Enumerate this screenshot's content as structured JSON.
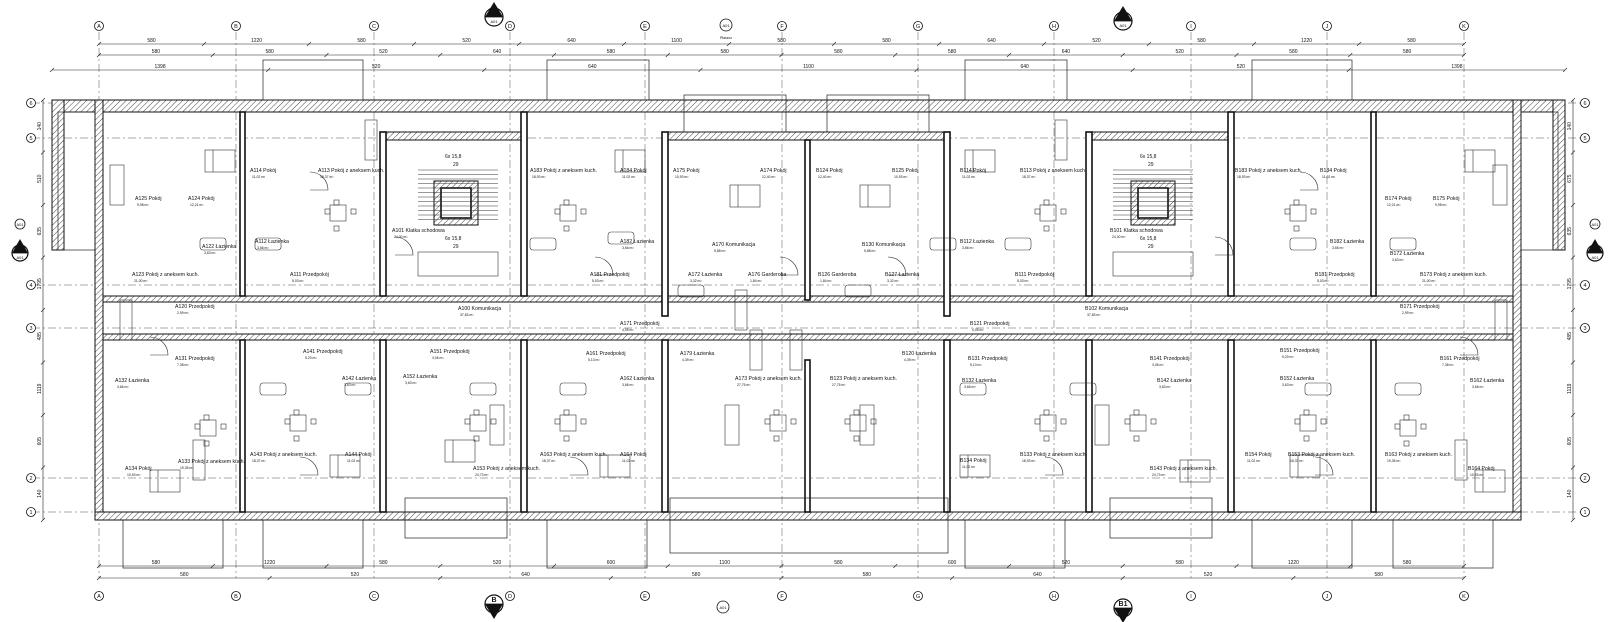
{
  "axes": {
    "columns": [
      "A",
      "B",
      "C",
      "D",
      "E",
      "F",
      "G",
      "H",
      "I",
      "J",
      "K"
    ],
    "rows": [
      "1",
      "2",
      "3",
      "4",
      "5",
      "6"
    ]
  },
  "sections": {
    "marks": [
      {
        "label": "B",
        "sheet": "A01"
      },
      {
        "label": "B1",
        "sheet": "A01"
      },
      {
        "label": "A",
        "sheet": "A01"
      }
    ],
    "detail_refs": [
      "A01",
      "A01"
    ],
    "north_label": "Płaszcz"
  },
  "dimensions": {
    "top_row1": [
      "580",
      "1220",
      "580",
      "520",
      "640",
      "1100",
      "580",
      "580",
      "640",
      "520",
      "580",
      "1220",
      "580"
    ],
    "top_row2": [
      "580",
      "580",
      "520",
      "640",
      "580",
      "580",
      "580",
      "580",
      "640",
      "520",
      "580",
      "580"
    ],
    "top_row3": [
      "1398",
      "520",
      "640",
      "1100",
      "640",
      "520",
      "1398"
    ],
    "bottom_row1": [
      "580",
      "1220",
      "580",
      "520",
      "600",
      "1100",
      "580",
      "600",
      "520",
      "580",
      "1220",
      "580"
    ],
    "bottom_row2": [
      "580",
      "520",
      "640",
      "580",
      "580",
      "640",
      "520",
      "580"
    ],
    "left": [
      "140",
      "510",
      "635",
      "1795",
      "485",
      "1119",
      "605",
      "140"
    ],
    "right": [
      "140",
      "675",
      "635",
      "1795",
      "485",
      "1119",
      "605",
      "140"
    ]
  },
  "stairs": {
    "upper": "6x 15,8",
    "upper_steps": "29",
    "lower": "6x 15,8",
    "lower_steps": "29"
  },
  "rooms": [
    {
      "id": "A125",
      "label": "A125 Pokój",
      "area": "9,98 m²"
    },
    {
      "id": "A124",
      "label": "A124 Pokój",
      "area": "12,21 m²"
    },
    {
      "id": "A114",
      "label": "A114 Pokój",
      "area": "11,02 m²"
    },
    {
      "id": "A113",
      "label": "A113 Pokój z aneksem kuch.",
      "area": "18,37 m²"
    },
    {
      "id": "A122",
      "label": "A122 Łazienka",
      "area": "3,63 m²"
    },
    {
      "id": "A112",
      "label": "A112 Łazienka",
      "area": "3,66 m²"
    },
    {
      "id": "A123",
      "label": "A123 Pokój z aneksem kuch.",
      "area": "21,00 m²"
    },
    {
      "id": "A111",
      "label": "A111 Przedpokój",
      "area": "5,03 m²"
    },
    {
      "id": "A120",
      "label": "A120 Przedpokój",
      "area": "2,99 m²"
    },
    {
      "id": "A101",
      "label": "A101 Klatka schodowa",
      "area": "24,30 m²"
    },
    {
      "id": "A100",
      "label": "A100 Komunikacja",
      "area": "37,83 m²"
    },
    {
      "id": "A183",
      "label": "A183 Pokój z aneksem kuch.",
      "area": "18,93 m²"
    },
    {
      "id": "A184",
      "label": "A184 Pokój",
      "area": "11,02 m²"
    },
    {
      "id": "A182",
      "label": "A182 Łazienka",
      "area": "3,66 m²"
    },
    {
      "id": "A181",
      "label": "A181 Przedpokój",
      "area": "5,03 m²"
    },
    {
      "id": "A175",
      "label": "A175 Pokój",
      "area": "10,93 m²"
    },
    {
      "id": "A174",
      "label": "A174 Pokój",
      "area": "12,40 m²"
    },
    {
      "id": "A170",
      "label": "A170 Komunikacja",
      "area": "5,88 m²"
    },
    {
      "id": "A172",
      "label": "A172 Łazienka",
      "area": "3,32 m²"
    },
    {
      "id": "A176",
      "label": "A176 Garderoba",
      "area": "1,84 m²"
    },
    {
      "id": "A171",
      "label": "A171 Przedpokój",
      "area": "4,05 m²"
    },
    {
      "id": "A173",
      "label": "A173 Pokój z aneksem kuch.",
      "area": "27,75 m²"
    },
    {
      "id": "A179",
      "label": "A179 Łazienka",
      "area": "4,39 m²"
    },
    {
      "id": "B124",
      "label": "B124 Pokój",
      "area": "12,40 m²"
    },
    {
      "id": "B125",
      "label": "B125 Pokój",
      "area": "10,93 m²"
    },
    {
      "id": "B130",
      "label": "B130 Komunikacja",
      "area": "5,88 m²"
    },
    {
      "id": "B126",
      "label": "B126 Garderoba",
      "area": "1,84 m²"
    },
    {
      "id": "B127",
      "label": "B127 Łazienka",
      "area": "3,32 m²"
    },
    {
      "id": "B123",
      "label": "B123 Pokój z aneksem kuch.",
      "area": "27,75 m²"
    },
    {
      "id": "B120",
      "label": "B120 Łazienka",
      "area": "4,39 m²"
    },
    {
      "id": "B121",
      "label": "B121 Przedpokój",
      "area": "4,05 m²"
    },
    {
      "id": "B114",
      "label": "B114 Pokój",
      "area": "11,02 m²"
    },
    {
      "id": "B113",
      "label": "B113 Pokój z aneksem kuch.",
      "area": "18,37 m²"
    },
    {
      "id": "B112",
      "label": "B112 Łazienka",
      "area": "3,66 m²"
    },
    {
      "id": "B111",
      "label": "B111 Przedpokój",
      "area": "5,03 m²"
    },
    {
      "id": "B101",
      "label": "B101 Klatka schodowa",
      "area": "24,30 m²"
    },
    {
      "id": "B102",
      "label": "B102 Komunikacja",
      "area": "37,83 m²"
    },
    {
      "id": "B183",
      "label": "B183 Pokój z aneksem kuch.",
      "area": "18,93 m²"
    },
    {
      "id": "B184",
      "label": "B184 Pokój",
      "area": "11,02 m²"
    },
    {
      "id": "B182",
      "label": "B182 Łazienka",
      "area": "3,66 m²"
    },
    {
      "id": "B181",
      "label": "B181 Przedpokój",
      "area": "5,03 m²"
    },
    {
      "id": "B174",
      "label": "B174 Pokój",
      "area": "12,21 m²"
    },
    {
      "id": "B175",
      "label": "B175 Pokój",
      "area": "9,98 m²"
    },
    {
      "id": "B172",
      "label": "B172 Łazienka",
      "area": "3,63 m²"
    },
    {
      "id": "B173",
      "label": "B173 Pokój z aneksem kuch.",
      "area": "21,00 m²"
    },
    {
      "id": "B171",
      "label": "B171 Przedpokój",
      "area": "2,99 m²"
    },
    {
      "id": "A131",
      "label": "A131 Przedpokój",
      "area": "7,38 m²"
    },
    {
      "id": "A132",
      "label": "A132 Łazienka",
      "area": "3,66 m²"
    },
    {
      "id": "A134",
      "label": "A134 Pokój",
      "area": "10,93 m²"
    },
    {
      "id": "A133",
      "label": "A133 Pokój z aneksem kuch.",
      "area": "19,35 m²"
    },
    {
      "id": "A141",
      "label": "A141 Przedpokój",
      "area": "5,20 m²"
    },
    {
      "id": "A142",
      "label": "A142 Łazienka",
      "area": "3,63 m²"
    },
    {
      "id": "A143",
      "label": "A143 Pokój z aneksem kuch.",
      "area": "18,37 m²"
    },
    {
      "id": "A144",
      "label": "A144 Pokój",
      "area": "11,02 m²"
    },
    {
      "id": "A151",
      "label": "A151 Przedpokój",
      "area": "3,06 m²"
    },
    {
      "id": "A152",
      "label": "A152 Łazienka",
      "area": "3,63 m²"
    },
    {
      "id": "A153",
      "label": "A153 Pokój z aneksem kuch.",
      "area": "24,73 m²"
    },
    {
      "id": "A161",
      "label": "A161 Przedpokój",
      "area": "5,13 m²"
    },
    {
      "id": "A162",
      "label": "A162 Łazienka",
      "area": "3,66 m²"
    },
    {
      "id": "A163",
      "label": "A163 Pokój z aneksem kuch.",
      "area": "18,37 m²"
    },
    {
      "id": "A164",
      "label": "A164 Pokój",
      "area": "11,02 m²"
    },
    {
      "id": "B131",
      "label": "B131 Przedpokój",
      "area": "5,13 m²"
    },
    {
      "id": "B132",
      "label": "B132 Łazienka",
      "area": "3,66 m²"
    },
    {
      "id": "B134",
      "label": "B134 Pokój",
      "area": "11,02 m²"
    },
    {
      "id": "B133",
      "label": "B133 Pokój z aneksem kuch.",
      "area": "18,93 m²"
    },
    {
      "id": "B141",
      "label": "B141 Przedpokój",
      "area": "3,06 m²"
    },
    {
      "id": "B142",
      "label": "B142 Łazienka",
      "area": "3,63 m²"
    },
    {
      "id": "B143",
      "label": "B143 Pokój z aneksem kuch.",
      "area": "24,73 m²"
    },
    {
      "id": "B151",
      "label": "B151 Przedpokój",
      "area": "5,20 m²"
    },
    {
      "id": "B152",
      "label": "B152 Łazienka",
      "area": "3,63 m²"
    },
    {
      "id": "B154",
      "label": "B154 Pokój",
      "area": "11,02 m²"
    },
    {
      "id": "B153",
      "label": "B153 Pokój z aneksem kuch.",
      "area": "18,37 m²"
    },
    {
      "id": "B161",
      "label": "B161 Przedpokój",
      "area": "7,38 m²"
    },
    {
      "id": "B162",
      "label": "B162 Łazienka",
      "area": "3,66 m²"
    },
    {
      "id": "B163",
      "label": "B163 Pokój z aneksem kuch.",
      "area": "19,35 m²"
    },
    {
      "id": "B164",
      "label": "B164 Pokój",
      "area": "10,93 m²"
    }
  ],
  "room_positions_note": ""
}
